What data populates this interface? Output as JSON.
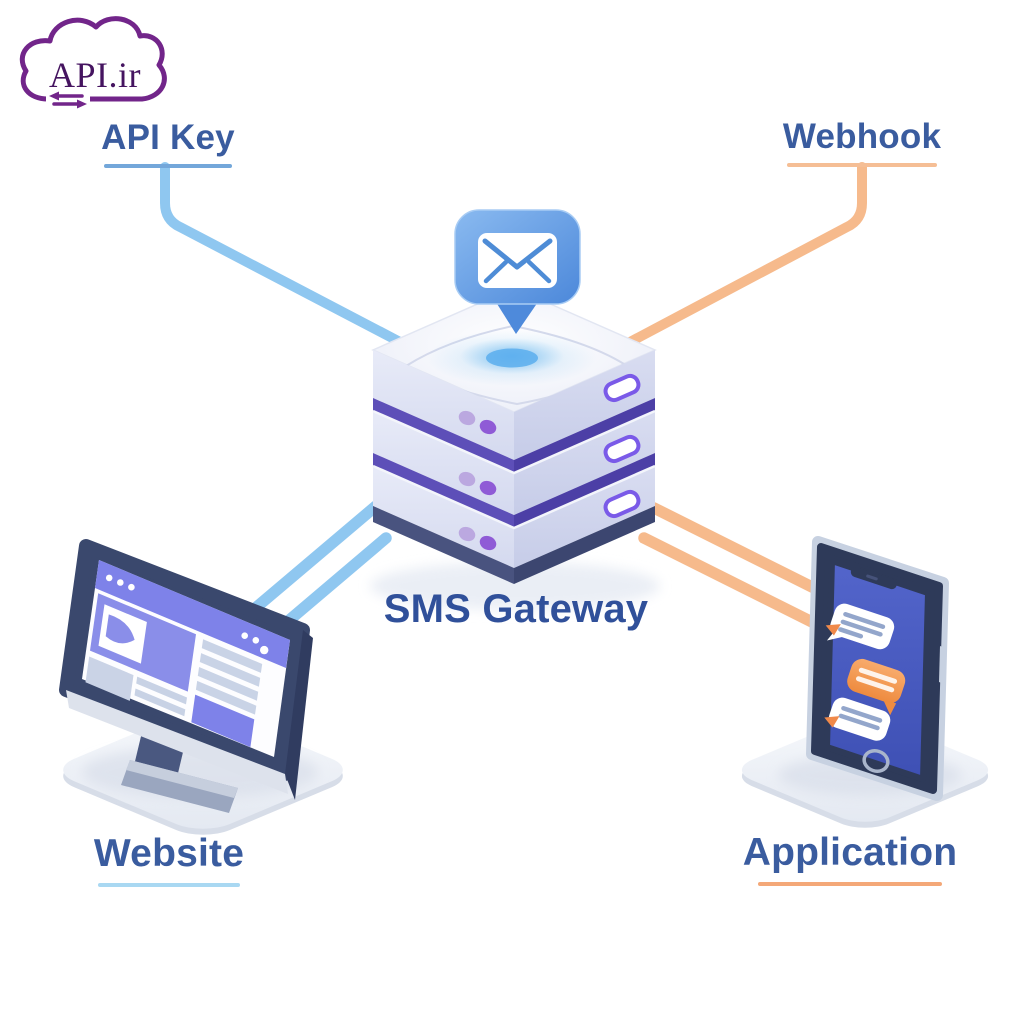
{
  "logo": {
    "text": "API.ir",
    "icon": "cloud-sync-arrows-icon"
  },
  "labels": {
    "api_key": "API Key",
    "webhook": "Webhook",
    "sms_gateway": "SMS Gateway",
    "website": "Website",
    "application": "Application"
  },
  "icons": {
    "logo_cloud": "cloud-icon",
    "logo_arrows": "sync-arrows-icon",
    "gateway": "server-stack-icon",
    "message": "envelope-message-bubble-icon",
    "website": "desktop-monitor-icon",
    "application": "smartphone-chat-icon"
  },
  "colors": {
    "label_text": "#3A5C9F",
    "gateway_text": "#30509A",
    "api_key_line": "#8FC7F0",
    "webhook_line": "#F6BA8C",
    "api_key_underline": "#73A7DA",
    "webhook_underline": "#F5BE95",
    "website_underline": "#A9D8F2",
    "application_underline": "#F4A878",
    "logo_purple": "#72258A",
    "logo_text_purple": "#451460",
    "periwinkle": "#7E82E9",
    "bubble_blue": "#4C89DB",
    "phone_screen_blue": "#4558BE",
    "chat_orange": "#F29A5C"
  }
}
